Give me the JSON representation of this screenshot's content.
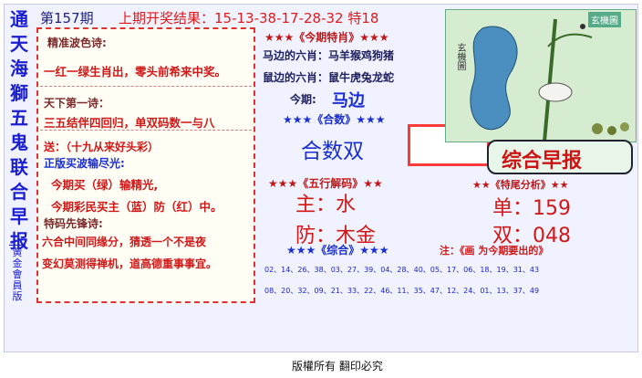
{
  "title_vertical": [
    "通",
    "天",
    "海",
    "獅",
    "五",
    "鬼",
    "联",
    "合",
    "早",
    "报"
  ],
  "title_sub": "黄金會員版",
  "header": {
    "issue": "第157期",
    "results": "上期开奖结果：15-13-38-17-28-32 特18"
  },
  "poems": {
    "wave_title": "精准波色诗:",
    "wave_line": "一红一绿生肖出，零头前希来中奖。",
    "first_title": "天下第一诗：",
    "first_line": "三五结伴四回归，单双码数一与八",
    "send": "送：（十九从来好头彩）",
    "new_title": "正版买波输尽光:",
    "new_line1": "今期买（绿）输精光,",
    "new_line2": "今期彩民买主（蓝）防（红）中。",
    "special_title": "特码先锋诗:",
    "special_line1": "六合中间同缘分，猜透一个不是夜",
    "special_line2": "变幻莫测得禅机，道高德重事事宜。"
  },
  "middle": {
    "special_head": "★★★《今期特肖》★★★",
    "six1": "马边的六肖：马羊猴鸡狗猪",
    "six2": "鼠边的六肖：鼠牛虎兔龙蛇",
    "today_label": "今期:",
    "today_value": "马边",
    "heshu_head": "★★★《合数》★★★",
    "heshu_value": "合数双",
    "wuxing_head": "★★★《五行解码》★★",
    "main_label": "主：水",
    "guard_label": "防：木金",
    "combo_head": "★★★《综合》★★★"
  },
  "right": {
    "brand": "综合早报",
    "tail_head": "★★《特尾分析》★★",
    "odd_label": "单：159",
    "even_label": "双：048",
    "note": "注：《画     为今期要出的》"
  },
  "numbers": {
    "row1": "02、14、26、38、03、27、39、04、28、40、05、17、06、18、19、31、43",
    "row2": "08、20、32、09、21、33、22、46、11、35、47、12、24、01、13、37、49"
  },
  "photo": {
    "label": "玄機圖",
    "watermark": "玄機圖"
  },
  "footer": "版權所有 翻印必究",
  "colors": {
    "red": "#d01818",
    "blue": "#1b2fd0",
    "bg": "#f1f2ff"
  }
}
